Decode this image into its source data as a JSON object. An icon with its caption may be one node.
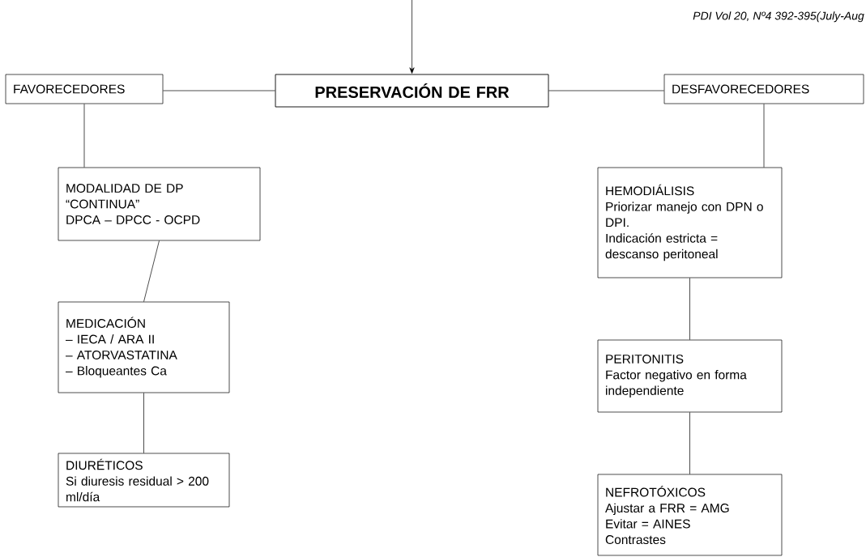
{
  "diagram": {
    "nodes": [
      {
        "text": [
          "FAVORECEDORES"
        ]
      },
      {
        "text": [
          "PRESERVACIÓN DE FRR"
        ]
      },
      {
        "text": [
          "DESFAVORECEDORES"
        ]
      },
      {
        "text": [
          "MODALIDAD DE DP",
          "“CONTINUA”",
          "DPCA – DPCC - OCPD"
        ]
      },
      {
        "text": [
          "MEDICACIÓN",
          "– IECA / ARA II",
          "– ATORVASTATINA",
          "– Bloqueantes Ca"
        ]
      },
      {
        "text": [
          "DIURÉTICOS",
          "Si diuresis residual > 200 ml/día"
        ]
      },
      {
        "text": [
          "HEMODIÁLISIS",
          "Priorizar manejo con DPN o DPI.",
          "Indicación estricta = descanso peritoneal"
        ]
      },
      {
        "text": [
          "PERITONITIS",
          "Factor negativo en forma independiente"
        ]
      },
      {
        "text": [
          "NEFROTÓXICOS",
          "Ajustar a FRR = AMG",
          "Evitar = AINES",
          "Contrastes"
        ]
      }
    ],
    "edges": [
      {
        "from": null,
        "to": 1,
        "arrow": "to"
      },
      {
        "from": 1,
        "to": 0,
        "arrow": "none"
      },
      {
        "from": 1,
        "to": 2,
        "arrow": "none"
      },
      {
        "from": 0,
        "to": 3,
        "arrow": "none"
      },
      {
        "from": 3,
        "to": 4,
        "arrow": "none"
      },
      {
        "from": 4,
        "to": 5,
        "arrow": "none"
      },
      {
        "from": 2,
        "to": 6,
        "arrow": "none"
      },
      {
        "from": 6,
        "to": 7,
        "arrow": "none"
      },
      {
        "from": 7,
        "to": 8,
        "arrow": "none"
      }
    ],
    "labels": [
      "PDI Vol 20, Nº4 392-395(July-Aug"
    ]
  }
}
